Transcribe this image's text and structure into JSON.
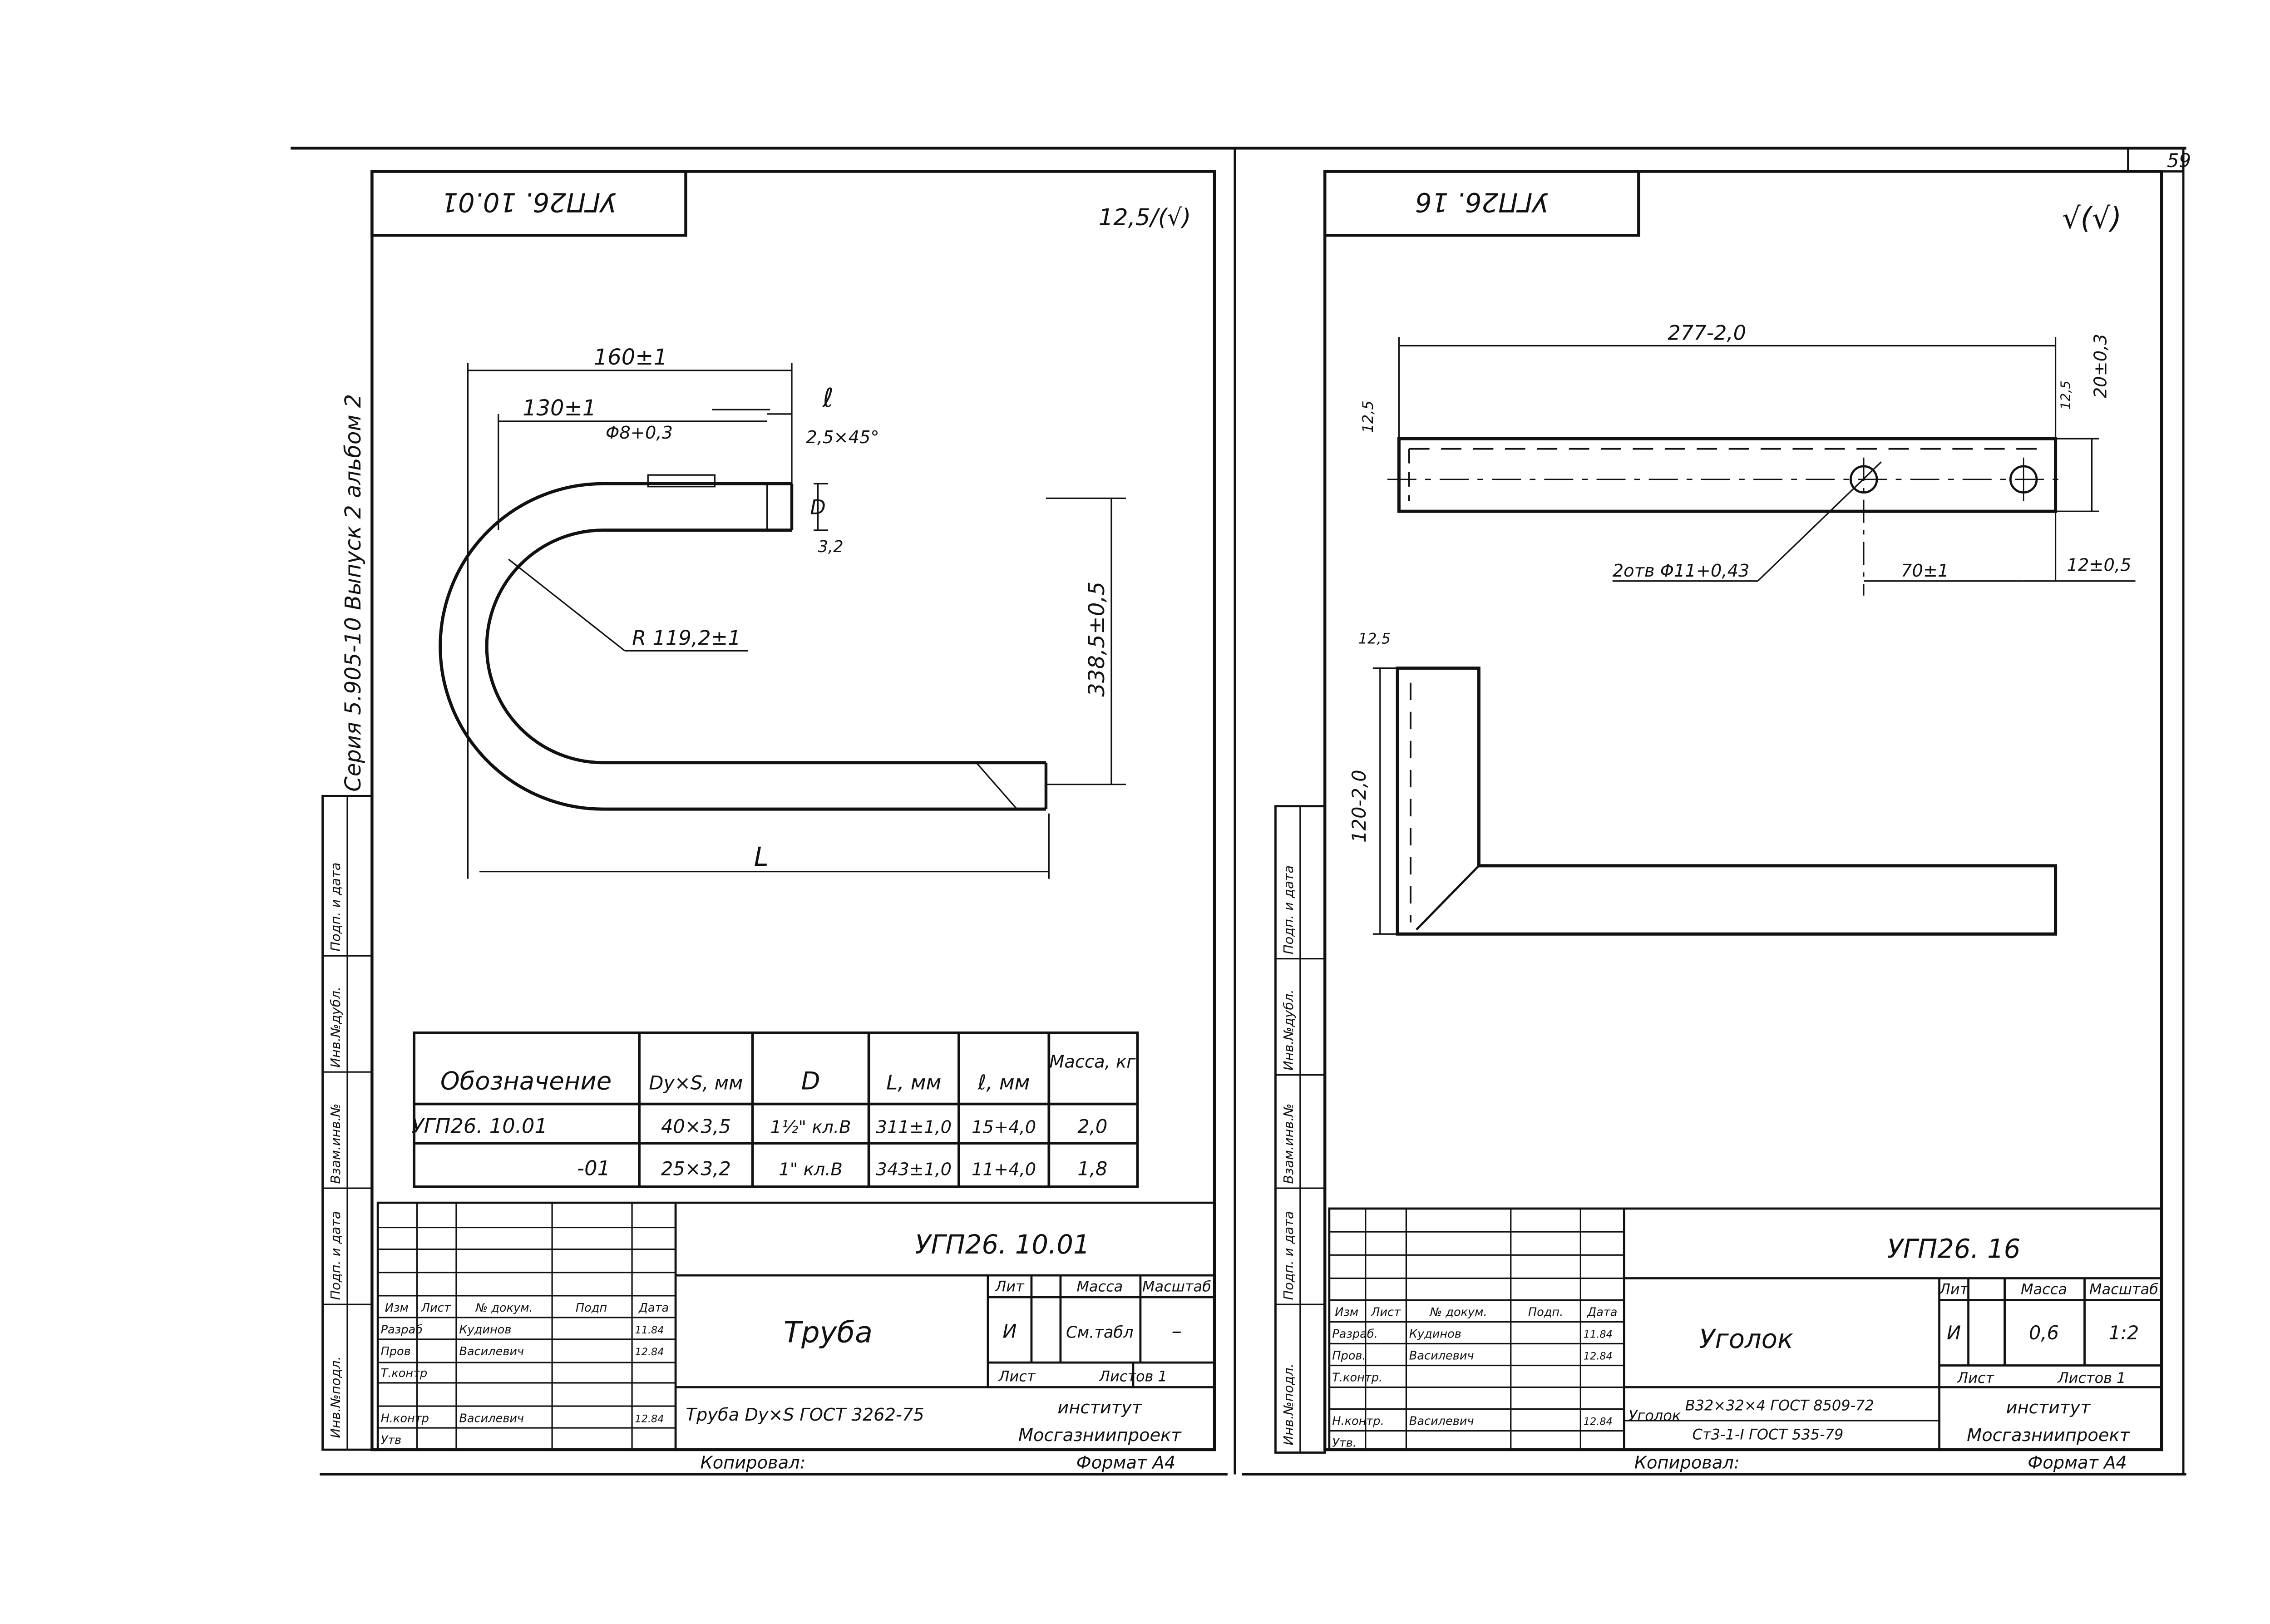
{
  "page": {
    "sheet_number": "59"
  },
  "left_sheet": {
    "mirrored_code": "УГП26. 10.01",
    "roughness": "12,5/(√)",
    "series_note": "Серия 5.905-10  Выпуск 2  альбом 2",
    "dimensions": {
      "overall_160": "160±1",
      "inner_130": "130±1",
      "l_small": "ℓ",
      "chamfer": "2,5×45°",
      "hole": "Φ8+0,3",
      "D_label": "D",
      "rough_32": "3,2",
      "radius": "R 119,2±1",
      "height": "338,5±0,5",
      "L_label": "L"
    },
    "table": {
      "headers": [
        "Обозначение",
        "Dy×S, мм",
        "D",
        "L, мм",
        "ℓ, мм",
        "Масса, кг"
      ],
      "rows": [
        [
          "УГП26. 10.01",
          "40×3,5",
          "1½\" кл.В",
          "311±1,0",
          "15+4,0",
          "2,0"
        ],
        [
          "-01",
          "25×3,2",
          "1\" кл.В",
          "343±1,0",
          "11+4,0",
          "1,8"
        ]
      ]
    },
    "title_block": {
      "code": "УГП26. 10.01",
      "name": "Труба",
      "material": "Труба Dy×S ГОСТ 3262-75",
      "col_headers": [
        "Изм",
        "Лист",
        "№ докум.",
        "Подп",
        "Дата"
      ],
      "people": [
        [
          "Разраб",
          "Кудинов",
          "11.84"
        ],
        [
          "Пров",
          "Василевич",
          "12.84"
        ],
        [
          "Т.контр",
          "",
          ""
        ],
        [
          "Н.контр",
          "Василевич",
          "12.84"
        ],
        [
          "Утв",
          "",
          ""
        ]
      ],
      "lit_label": "Лит",
      "mass_label": "Масса",
      "scale_label": "Масштаб",
      "lit": "И",
      "mass": "См.табл",
      "scale": "–",
      "sheet": "Лист",
      "sheets": "Листов 1",
      "org1": "институт",
      "org2": "Мосгазниипроект",
      "copied": "Копировал:",
      "format": "Формат А4"
    },
    "side_stamps": [
      "Инв.№подл.",
      "Подп. и дата",
      "Взам.инв.№",
      "Инв.№дубл.",
      "Подп. и дата"
    ]
  },
  "right_sheet": {
    "mirrored_code": "УГП26. 16",
    "roughness": "√(√)",
    "dimensions": {
      "length": "277-2,0",
      "height": "20±0,3",
      "rough_top": "12,5",
      "rough_side": "12,5",
      "holes": "2отв Φ11+0,43",
      "spacing": "70±1",
      "edge": "12±0,5",
      "rough_angle": "12,5",
      "leg": "120-2,0"
    },
    "title_block": {
      "code": "УГП26. 16",
      "name": "Уголок",
      "material_a": "Уголок",
      "material_b": "В32×32×4 ГОСТ 8509-72",
      "material_c": "Ст3-1-I ГОСТ 535-79",
      "col_headers": [
        "Изм",
        "Лист",
        "№ докум.",
        "Подп.",
        "Дата"
      ],
      "people": [
        [
          "Разраб.",
          "Кудинов",
          "11.84"
        ],
        [
          "Пров.",
          "Василевич",
          "12.84"
        ],
        [
          "Т.контр.",
          "",
          ""
        ],
        [
          "Н.контр.",
          "Василевич",
          "12.84"
        ],
        [
          "Утв.",
          "",
          ""
        ]
      ],
      "lit_label": "Лит",
      "mass_label": "Масса",
      "scale_label": "Масштаб",
      "lit": "И",
      "mass": "0,6",
      "scale": "1:2",
      "sheet": "Лист",
      "sheets": "Листов 1",
      "org1": "институт",
      "org2": "Мосгазниипроект",
      "copied": "Копировал:",
      "format": "Формат А4"
    },
    "side_stamps": [
      "Инв.№подл.",
      "Подп. и дата",
      "Взам.инв.№",
      "Инв.№дубл.",
      "Подп. и дата"
    ]
  }
}
